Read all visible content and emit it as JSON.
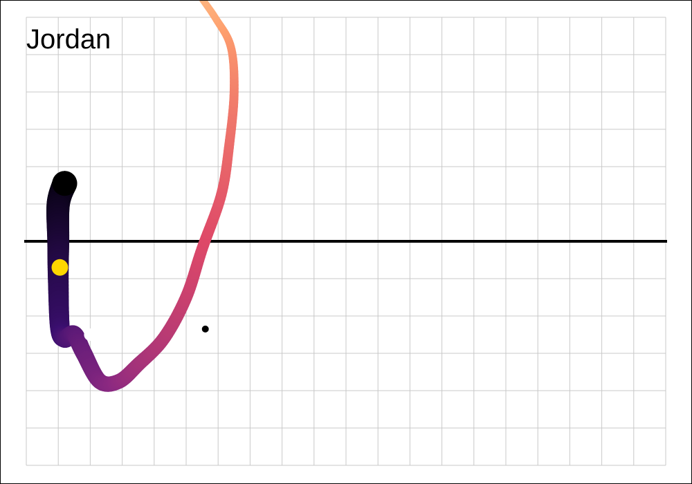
{
  "chart_data": {
    "type": "line",
    "title": "Jordan",
    "xlabel": "",
    "ylabel": "",
    "grid": true,
    "xlim": [
      0,
      20
    ],
    "ylim": [
      -6,
      6
    ],
    "x_grid_step": 1,
    "y_grid_step": 1,
    "zero_line": true,
    "series": [
      {
        "color_gradient": [
          "#000004",
          "#3b0f70",
          "#8c2981",
          "#de4968",
          "#fe9f6d",
          "#fcfdbf"
        ],
        "x": [
          1.2,
          1.0,
          1.0,
          1.0,
          1.05,
          1.2,
          1.5,
          1.8,
          2.3,
          2.9,
          3.5,
          4.3,
          5.0,
          5.5,
          6.1,
          6.35,
          6.5,
          6.4,
          5.9,
          5.1,
          4.1,
          3.5,
          2.8
        ],
        "y": [
          1.55,
          1.0,
          0.0,
          -1.0,
          -2.3,
          -2.6,
          -2.5,
          -3.0,
          -3.75,
          -3.75,
          -3.3,
          -2.6,
          -1.5,
          -0.2,
          1.25,
          2.6,
          4.0,
          5.2,
          6.0,
          7.0,
          8.5,
          9.6,
          11.0
        ],
        "width_start": 36,
        "width_end": 6
      }
    ],
    "markers": [
      {
        "name": "start",
        "x": 1.2,
        "y": 1.55,
        "color": "#000000",
        "r": 18
      },
      {
        "name": "yellow",
        "x": 1.05,
        "y": -0.7,
        "color": "#ffd700",
        "r": 12
      },
      {
        "name": "white",
        "x": 2.0,
        "y": -2.5,
        "color": "#ffffff",
        "r": 9
      },
      {
        "name": "small",
        "x": 5.6,
        "y": -2.35,
        "color": "#000000",
        "r": 5
      }
    ]
  }
}
